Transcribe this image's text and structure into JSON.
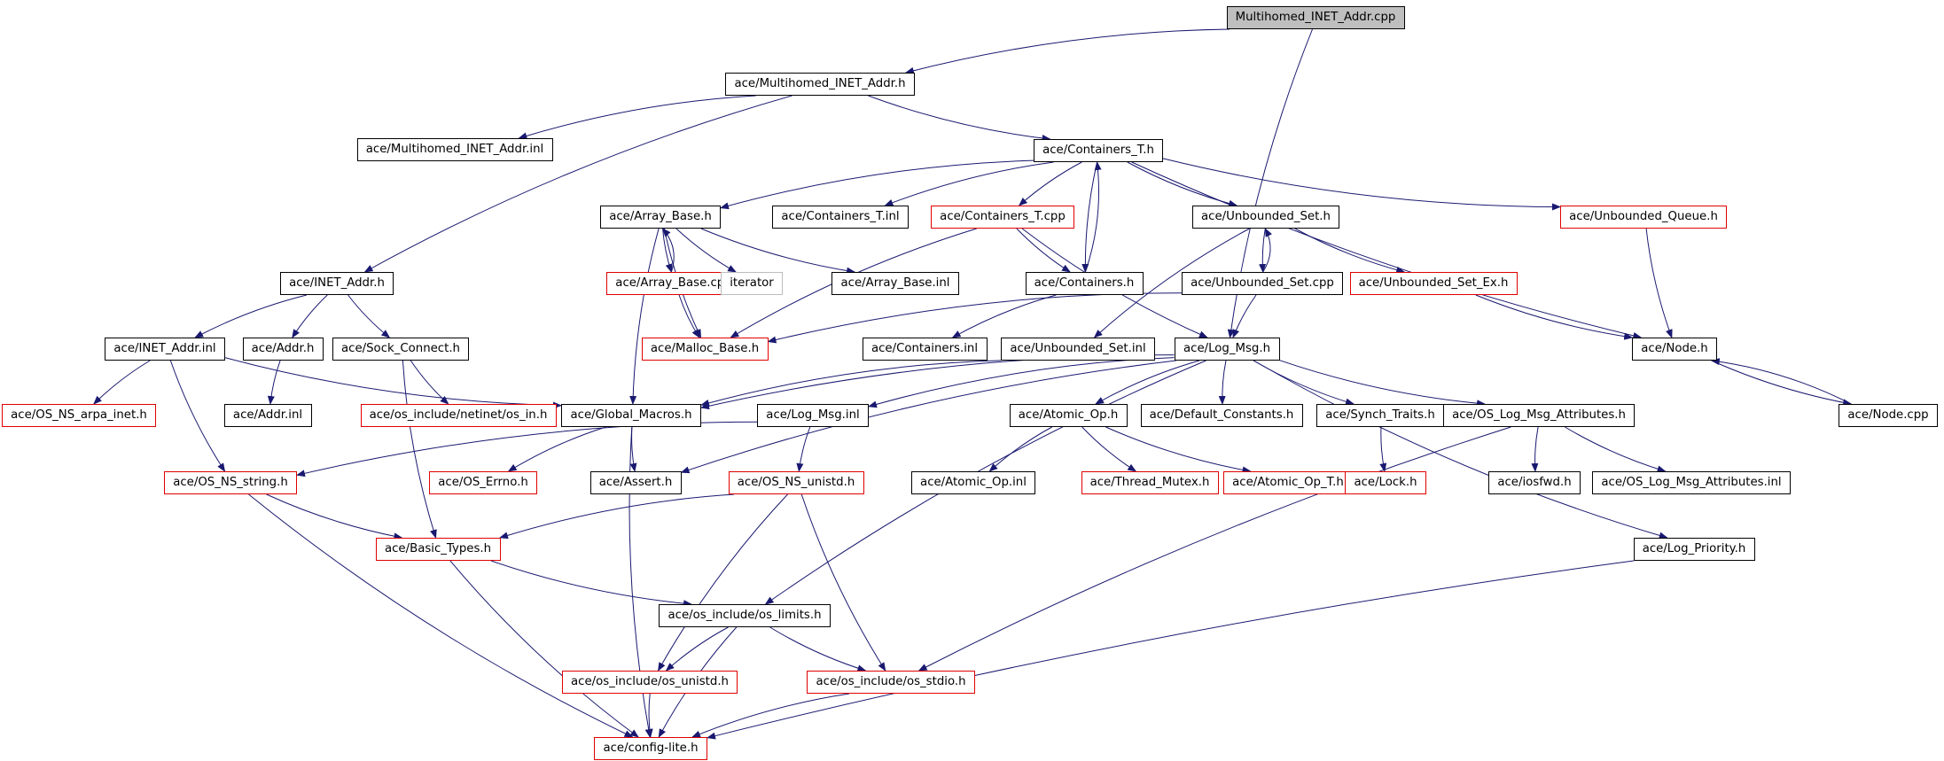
{
  "graph": {
    "colors": {
      "edge": "#191970",
      "normal_border": "#000000",
      "red_border": "#e00000",
      "gray_border": "#bdbdbd",
      "root_fill": "#bfbfbf"
    },
    "nodes": [
      {
        "id": "root",
        "label": "Multihomed_INET_Addr.cpp",
        "style": "root"
      },
      {
        "id": "mh_h",
        "label": "ace/Multihomed_INET_Addr.h",
        "style": "normal"
      },
      {
        "id": "mh_inl",
        "label": "ace/Multihomed_INET_Addr.inl",
        "style": "normal"
      },
      {
        "id": "cont_t_h",
        "label": "ace/Containers_T.h",
        "style": "normal"
      },
      {
        "id": "arr_h",
        "label": "ace/Array_Base.h",
        "style": "normal"
      },
      {
        "id": "cont_t_inl",
        "label": "ace/Containers_T.inl",
        "style": "normal"
      },
      {
        "id": "cont_t_cpp",
        "label": "ace/Containers_T.cpp",
        "style": "red"
      },
      {
        "id": "unb_set_h",
        "label": "ace/Unbounded_Set.h",
        "style": "normal"
      },
      {
        "id": "unb_q_h",
        "label": "ace/Unbounded_Queue.h",
        "style": "red"
      },
      {
        "id": "inet_h",
        "label": "ace/INET_Addr.h",
        "style": "normal"
      },
      {
        "id": "arr_cpp",
        "label": "ace/Array_Base.cpp",
        "style": "red"
      },
      {
        "id": "iterator",
        "label": "iterator",
        "style": "gray"
      },
      {
        "id": "arr_inl",
        "label": "ace/Array_Base.inl",
        "style": "normal"
      },
      {
        "id": "cont_h",
        "label": "ace/Containers.h",
        "style": "normal"
      },
      {
        "id": "unb_set_cpp",
        "label": "ace/Unbounded_Set.cpp",
        "style": "normal"
      },
      {
        "id": "unb_set_ex",
        "label": "ace/Unbounded_Set_Ex.h",
        "style": "red"
      },
      {
        "id": "inet_inl",
        "label": "ace/INET_Addr.inl",
        "style": "normal"
      },
      {
        "id": "addr_h",
        "label": "ace/Addr.h",
        "style": "normal"
      },
      {
        "id": "sock_h",
        "label": "ace/Sock_Connect.h",
        "style": "normal"
      },
      {
        "id": "malloc",
        "label": "ace/Malloc_Base.h",
        "style": "red"
      },
      {
        "id": "cont_inl",
        "label": "ace/Containers.inl",
        "style": "normal"
      },
      {
        "id": "unb_set_inl",
        "label": "ace/Unbounded_Set.inl",
        "style": "normal"
      },
      {
        "id": "log_msg_h",
        "label": "ace/Log_Msg.h",
        "style": "normal"
      },
      {
        "id": "node_h",
        "label": "ace/Node.h",
        "style": "normal"
      },
      {
        "id": "os_arpa",
        "label": "ace/OS_NS_arpa_inet.h",
        "style": "red"
      },
      {
        "id": "addr_inl",
        "label": "ace/Addr.inl",
        "style": "normal"
      },
      {
        "id": "os_in",
        "label": "ace/os_include/netinet/os_in.h",
        "style": "red"
      },
      {
        "id": "glob_mac",
        "label": "ace/Global_Macros.h",
        "style": "normal"
      },
      {
        "id": "log_msg_inl",
        "label": "ace/Log_Msg.inl",
        "style": "normal"
      },
      {
        "id": "atomic_h",
        "label": "ace/Atomic_Op.h",
        "style": "normal"
      },
      {
        "id": "def_const",
        "label": "ace/Default_Constants.h",
        "style": "normal"
      },
      {
        "id": "synch",
        "label": "ace/Synch_Traits.h",
        "style": "normal"
      },
      {
        "id": "os_log_attr_h",
        "label": "ace/OS_Log_Msg_Attributes.h",
        "style": "normal"
      },
      {
        "id": "node_cpp",
        "label": "ace/Node.cpp",
        "style": "normal"
      },
      {
        "id": "os_string",
        "label": "ace/OS_NS_string.h",
        "style": "red"
      },
      {
        "id": "os_errno",
        "label": "ace/OS_Errno.h",
        "style": "red"
      },
      {
        "id": "assert",
        "label": "ace/Assert.h",
        "style": "normal"
      },
      {
        "id": "os_unistd",
        "label": "ace/OS_NS_unistd.h",
        "style": "red"
      },
      {
        "id": "atomic_inl",
        "label": "ace/Atomic_Op.inl",
        "style": "normal"
      },
      {
        "id": "thread_mutex",
        "label": "ace/Thread_Mutex.h",
        "style": "red"
      },
      {
        "id": "atomic_t",
        "label": "ace/Atomic_Op_T.h",
        "style": "red"
      },
      {
        "id": "lock",
        "label": "ace/Lock.h",
        "style": "red"
      },
      {
        "id": "iosfwd",
        "label": "ace/iosfwd.h",
        "style": "normal"
      },
      {
        "id": "os_log_attr_inl",
        "label": "ace/OS_Log_Msg_Attributes.inl",
        "style": "normal"
      },
      {
        "id": "basic_types",
        "label": "ace/Basic_Types.h",
        "style": "red"
      },
      {
        "id": "log_prio",
        "label": "ace/Log_Priority.h",
        "style": "normal"
      },
      {
        "id": "os_limits",
        "label": "ace/os_include/os_limits.h",
        "style": "normal"
      },
      {
        "id": "os_inc_unistd",
        "label": "ace/os_include/os_unistd.h",
        "style": "red"
      },
      {
        "id": "os_stdio",
        "label": "ace/os_include/os_stdio.h",
        "style": "red"
      },
      {
        "id": "config_lite",
        "label": "ace/config-lite.h",
        "style": "red"
      }
    ],
    "edges": [
      [
        "root",
        "mh_h"
      ],
      [
        "root",
        "log_msg_h"
      ],
      [
        "mh_h",
        "mh_inl"
      ],
      [
        "mh_h",
        "cont_t_h"
      ],
      [
        "mh_h",
        "inet_h"
      ],
      [
        "cont_t_h",
        "arr_h"
      ],
      [
        "cont_t_h",
        "cont_t_inl"
      ],
      [
        "cont_t_h",
        "cont_t_cpp"
      ],
      [
        "cont_t_h",
        "cont_h"
      ],
      [
        "cont_t_h",
        "unb_set_h"
      ],
      [
        "cont_t_h",
        "unb_q_h"
      ],
      [
        "cont_t_h",
        "node_h"
      ],
      [
        "cont_h",
        "cont_t_h"
      ],
      [
        "cont_h",
        "cont_inl"
      ],
      [
        "cont_t_cpp",
        "cont_h"
      ],
      [
        "cont_t_cpp",
        "malloc"
      ],
      [
        "cont_t_cpp",
        "log_msg_h"
      ],
      [
        "arr_h",
        "arr_cpp"
      ],
      [
        "arr_h",
        "iterator"
      ],
      [
        "arr_h",
        "arr_inl"
      ],
      [
        "arr_h",
        "malloc"
      ],
      [
        "arr_h",
        "glob_mac"
      ],
      [
        "arr_cpp",
        "arr_h"
      ],
      [
        "arr_cpp",
        "malloc"
      ],
      [
        "unb_set_h",
        "unb_set_cpp"
      ],
      [
        "unb_set_h",
        "unb_set_ex"
      ],
      [
        "unb_set_h",
        "unb_set_inl"
      ],
      [
        "unb_set_cpp",
        "unb_set_h"
      ],
      [
        "unb_set_cpp",
        "malloc"
      ],
      [
        "unb_set_cpp",
        "log_msg_h"
      ],
      [
        "unb_set_ex",
        "node_h"
      ],
      [
        "unb_q_h",
        "node_h"
      ],
      [
        "node_h",
        "node_cpp"
      ],
      [
        "node_cpp",
        "node_h"
      ],
      [
        "inet_h",
        "inet_inl"
      ],
      [
        "inet_h",
        "addr_h"
      ],
      [
        "inet_h",
        "sock_h"
      ],
      [
        "inet_inl",
        "os_arpa"
      ],
      [
        "inet_inl",
        "glob_mac"
      ],
      [
        "inet_inl",
        "os_string"
      ],
      [
        "addr_h",
        "addr_inl"
      ],
      [
        "sock_h",
        "os_in"
      ],
      [
        "sock_h",
        "basic_types"
      ],
      [
        "unb_set_inl",
        "glob_mac"
      ],
      [
        "log_msg_h",
        "glob_mac"
      ],
      [
        "log_msg_h",
        "assert"
      ],
      [
        "log_msg_h",
        "log_msg_inl"
      ],
      [
        "log_msg_h",
        "atomic_h"
      ],
      [
        "log_msg_h",
        "def_const"
      ],
      [
        "log_msg_h",
        "synch"
      ],
      [
        "log_msg_h",
        "os_log_attr_h"
      ],
      [
        "log_msg_h",
        "log_prio"
      ],
      [
        "log_msg_h",
        "os_limits"
      ],
      [
        "glob_mac",
        "assert"
      ],
      [
        "glob_mac",
        "os_errno"
      ],
      [
        "glob_mac",
        "config_lite"
      ],
      [
        "log_msg_inl",
        "os_string"
      ],
      [
        "log_msg_inl",
        "os_unistd"
      ],
      [
        "atomic_h",
        "atomic_inl"
      ],
      [
        "atomic_h",
        "thread_mutex"
      ],
      [
        "atomic_h",
        "atomic_t"
      ],
      [
        "synch",
        "lock"
      ],
      [
        "os_log_attr_h",
        "iosfwd"
      ],
      [
        "os_log_attr_h",
        "os_log_attr_inl"
      ],
      [
        "os_log_attr_h",
        "os_stdio"
      ],
      [
        "os_string",
        "basic_types"
      ],
      [
        "os_string",
        "config_lite"
      ],
      [
        "os_unistd",
        "basic_types"
      ],
      [
        "os_unistd",
        "os_inc_unistd"
      ],
      [
        "os_unistd",
        "os_stdio"
      ],
      [
        "basic_types",
        "os_limits"
      ],
      [
        "basic_types",
        "config_lite"
      ],
      [
        "os_limits",
        "os_inc_unistd"
      ],
      [
        "os_limits",
        "os_stdio"
      ],
      [
        "os_limits",
        "config_lite"
      ],
      [
        "os_inc_unistd",
        "config_lite"
      ],
      [
        "os_stdio",
        "config_lite"
      ],
      [
        "log_prio",
        "config_lite"
      ]
    ]
  }
}
